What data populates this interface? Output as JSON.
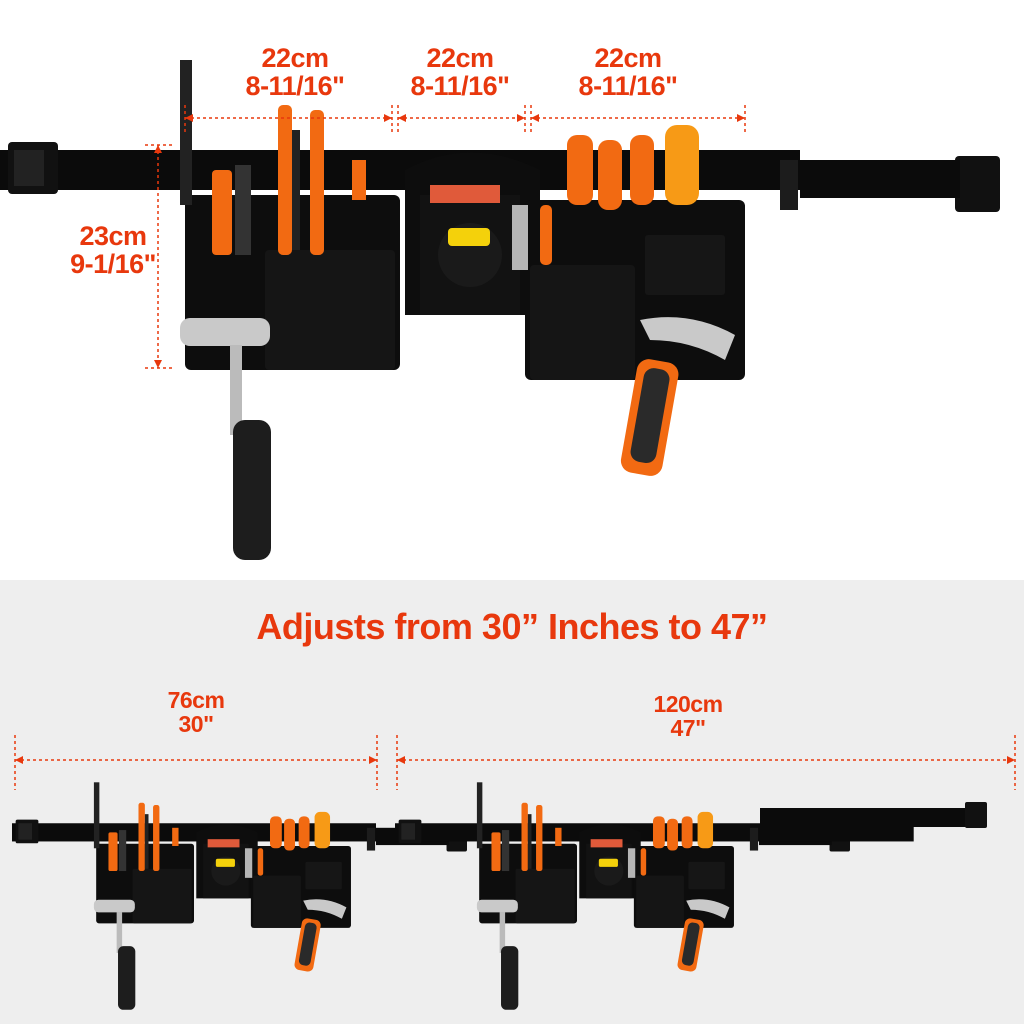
{
  "top_dimensions": {
    "pouch1": {
      "metric": "22cm",
      "imperial": "8-11/16\""
    },
    "pouch2": {
      "metric": "22cm",
      "imperial": "8-11/16\""
    },
    "pouch3": {
      "metric": "22cm",
      "imperial": "8-11/16\""
    },
    "height": {
      "metric": "23cm",
      "imperial": "9-1/16\""
    }
  },
  "headline": "Adjusts from 30” Inches to 47”",
  "min_length": {
    "metric": "76cm",
    "imperial": "30\""
  },
  "max_length": {
    "metric": "120cm",
    "imperial": "47\""
  },
  "colors": {
    "accent": "#e8380d",
    "tool_orange": "#f26a12",
    "fabric": "#0b0b0b",
    "panel_gray": "#eeeeee"
  }
}
